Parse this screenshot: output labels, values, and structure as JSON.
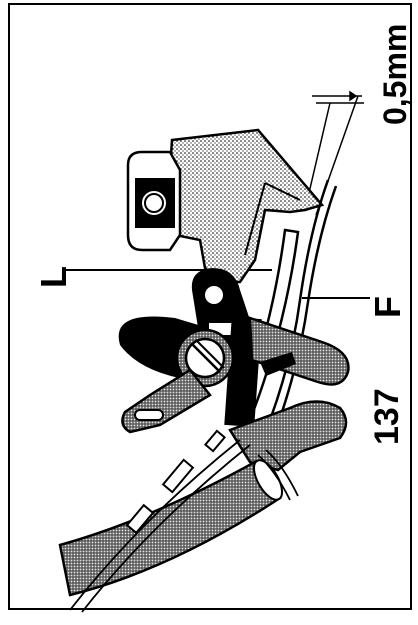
{
  "diagram": {
    "labels": {
      "dimension": "0,5mm",
      "part_l": "L",
      "part_f": "F",
      "part_137": "137"
    }
  }
}
